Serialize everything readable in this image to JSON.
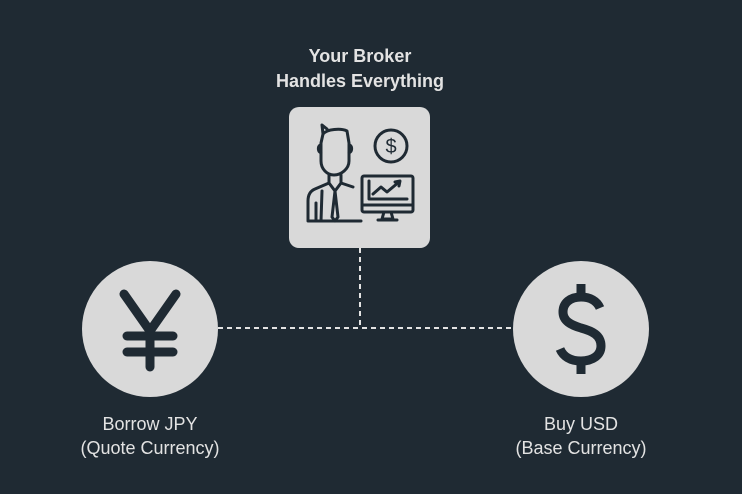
{
  "title": {
    "line1": "Your Broker",
    "line2": "Handles Everything"
  },
  "broker": {
    "icon": "broker-with-chart-icon"
  },
  "left_node": {
    "icon": "yen-icon",
    "line1": "Borrow JPY",
    "line2": "(Quote Currency)"
  },
  "right_node": {
    "icon": "dollar-icon",
    "line1": "Buy USD",
    "line2": "(Base Currency)"
  },
  "colors": {
    "background": "#1f2a33",
    "node_fill": "#d9d9d9",
    "text": "#e3e3e3",
    "icon": "#1f2a33"
  }
}
